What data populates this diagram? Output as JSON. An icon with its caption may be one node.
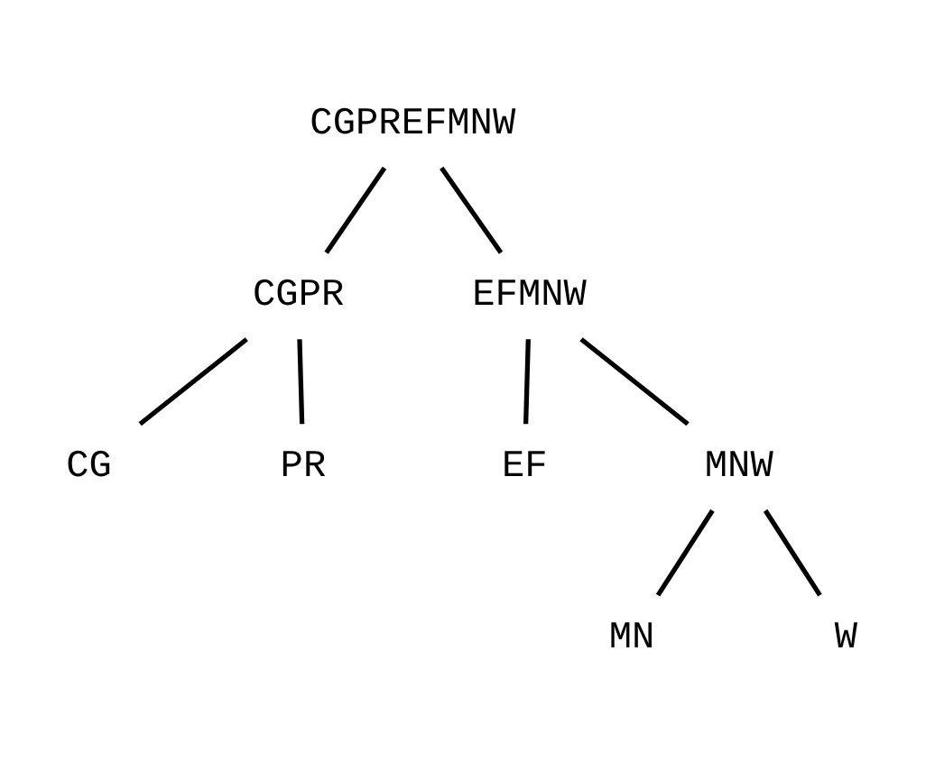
{
  "diagram": {
    "nodes": [
      {
        "text": [
          "CGPREFMNW"
        ]
      },
      {
        "text": [
          "CGPR"
        ]
      },
      {
        "text": [
          "EFMNW"
        ]
      },
      {
        "text": [
          "CG"
        ]
      },
      {
        "text": [
          "PR"
        ]
      },
      {
        "text": [
          "EF"
        ]
      },
      {
        "text": [
          "MNW"
        ]
      },
      {
        "text": [
          "MN"
        ]
      },
      {
        "text": [
          "W"
        ]
      }
    ],
    "edges": [
      {
        "from": 0,
        "to": 1,
        "arrow": "none"
      },
      {
        "from": 0,
        "to": 2,
        "arrow": "none"
      },
      {
        "from": 1,
        "to": 3,
        "arrow": "none"
      },
      {
        "from": 1,
        "to": 4,
        "arrow": "none"
      },
      {
        "from": 2,
        "to": 5,
        "arrow": "none"
      },
      {
        "from": 2,
        "to": 6,
        "arrow": "none"
      },
      {
        "from": 6,
        "to": 7,
        "arrow": "none"
      },
      {
        "from": 6,
        "to": 8,
        "arrow": "none"
      }
    ]
  }
}
